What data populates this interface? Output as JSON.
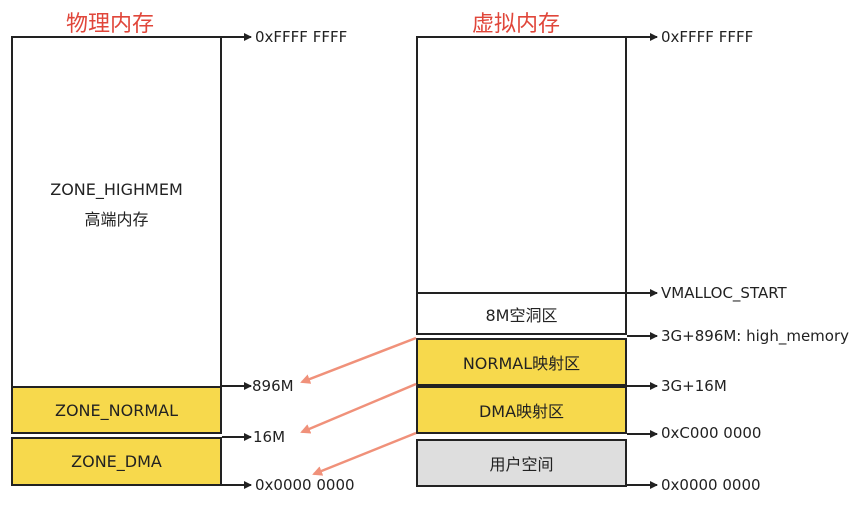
{
  "physical": {
    "title": "物理内存",
    "highmem_line1": "ZONE_HIGHMEM",
    "highmem_line2": "高端内存",
    "normal": "ZONE_NORMAL",
    "dma": "ZONE_DMA",
    "addr_top": "0xFFFF FFFF",
    "addr_896": "896M",
    "addr_16": "16M",
    "addr_zero": "0x0000 0000"
  },
  "virtual": {
    "title": "虚拟内存",
    "hole": "8M空洞区",
    "normal_map": "NORMAL映射区",
    "dma_map": "DMA映射区",
    "user": "用户空间",
    "addr_top": "0xFFFF FFFF",
    "addr_vmalloc": "VMALLOC_START",
    "addr_high": "3G+896M: high_memory",
    "addr_16": "3G+16M",
    "addr_c000": "0xC000 0000",
    "addr_zero": "0x0000 0000"
  },
  "colors": {
    "title": "#e0463a",
    "zone": "#f7d94c",
    "user": "#dedede",
    "map_arrow": "#f0917a",
    "line": "#222222"
  }
}
